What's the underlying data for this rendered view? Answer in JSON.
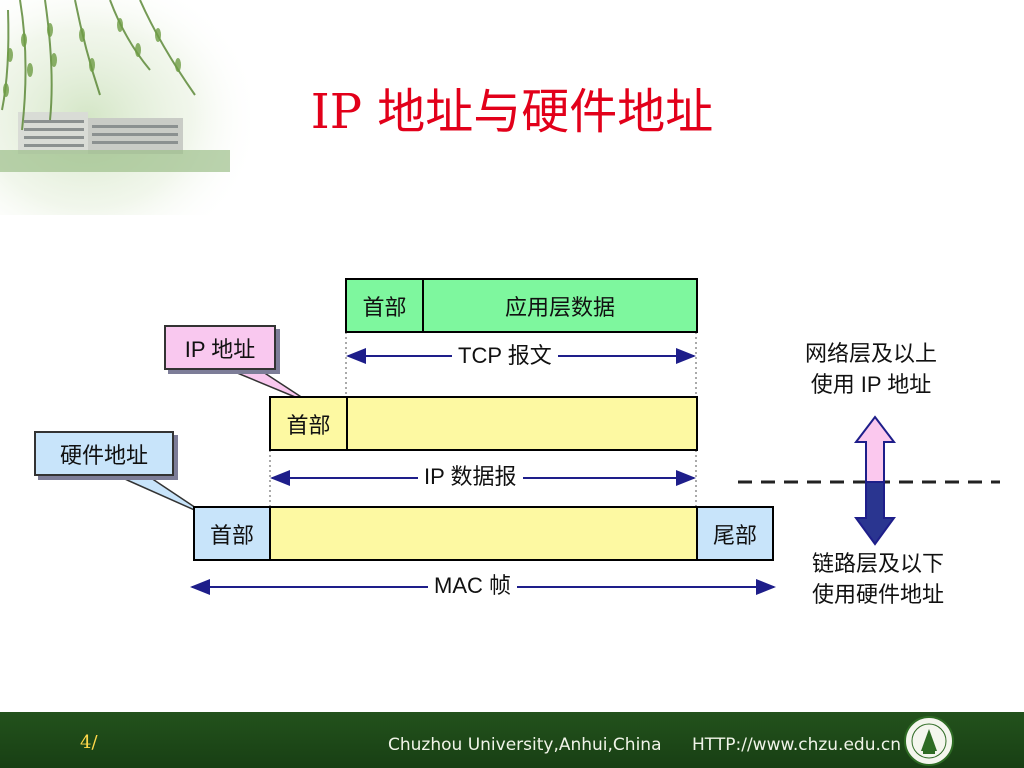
{
  "title": "IP 地址与硬件地址",
  "tcp_segment": {
    "header": "首部",
    "data": "应用层数据",
    "span_label": "TCP 报文"
  },
  "ip_datagram": {
    "header": "首部",
    "span_label": "IP 数据报"
  },
  "mac_frame": {
    "header": "首部",
    "trailer": "尾部",
    "span_label": "MAC 帧"
  },
  "callouts": {
    "ip_address": "IP 地址",
    "hardware_address": "硬件地址"
  },
  "notes": {
    "upper_line1": "网络层及以上",
    "upper_line2": "使用 IP 地址",
    "lower_line1": "链路层及以下",
    "lower_line2": "使用硬件地址"
  },
  "footer": {
    "page": "4/",
    "university": "Chuzhou University,Anhui,China",
    "url": "HTTP://www.chzu.edu.cn"
  },
  "colors": {
    "title": "#e2001a",
    "tcp_fill": "#7ef79e",
    "ip_fill": "#fdf9a2",
    "mac_edge_fill": "#c8e4fa",
    "callout_ip_fill": "#f9c8ef",
    "callout_hw_fill": "#c8e4fa",
    "arrow_line": "#1e1e8a",
    "up_arrow_fill": "#fbc8ee",
    "down_arrow_fill": "#2a3590",
    "footer_bg": "#183f14"
  },
  "icons": {
    "logo": "university-seal-icon",
    "decoration": "willow-branch-image"
  }
}
